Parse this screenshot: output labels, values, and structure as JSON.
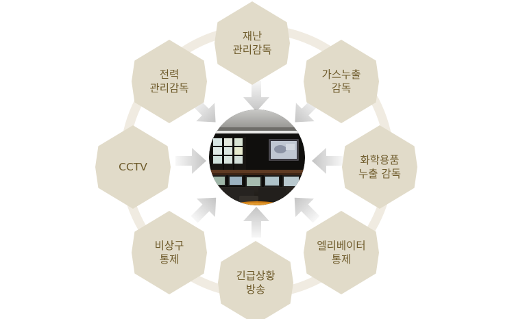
{
  "diagram": {
    "title": "",
    "center": {
      "image_alt": "control-room-monitoring-center",
      "description": "control room with video wall monitors"
    },
    "colors": {
      "hexagon_fill": "#E1DBC9",
      "hexagon_text": "#6E5B2B",
      "ring": "#EDE8DC",
      "arrow_head": "#C9C9C9",
      "arrow_tail": "#F2F2F2",
      "background": "#FFFFFF"
    },
    "nodes": [
      {
        "id": "disaster-management",
        "position": "top",
        "label": "재난\n관리감독"
      },
      {
        "id": "gas-leak",
        "position": "top-right",
        "label": "가스누출\n감독"
      },
      {
        "id": "chemical-leak",
        "position": "right",
        "label": "화학용품\n누출 감독"
      },
      {
        "id": "elevator-control",
        "position": "bottom-right",
        "label": "엘리베이터\n통제"
      },
      {
        "id": "emergency-broadcast",
        "position": "bottom",
        "label": "긴급상황\n방송"
      },
      {
        "id": "emergency-exit",
        "position": "bottom-left",
        "label": "비상구\n통제"
      },
      {
        "id": "cctv",
        "position": "left",
        "label": "CCTV"
      },
      {
        "id": "power-management",
        "position": "top-left",
        "label": "전력\n관리감독"
      }
    ],
    "arrows": [
      {
        "id": "arrow-from-disaster-management",
        "from": "disaster-management",
        "to": "center",
        "direction": "down"
      },
      {
        "id": "arrow-from-gas-leak",
        "from": "gas-leak",
        "to": "center",
        "direction": "down-left"
      },
      {
        "id": "arrow-from-chemical-leak",
        "from": "chemical-leak",
        "to": "center",
        "direction": "left"
      },
      {
        "id": "arrow-from-elevator-control",
        "from": "elevator-control",
        "to": "center",
        "direction": "up-left"
      },
      {
        "id": "arrow-from-emergency-broadcast",
        "from": "emergency-broadcast",
        "to": "center",
        "direction": "up"
      },
      {
        "id": "arrow-from-emergency-exit",
        "from": "emergency-exit",
        "to": "center",
        "direction": "up-right"
      },
      {
        "id": "arrow-from-cctv",
        "from": "cctv",
        "to": "center",
        "direction": "right"
      },
      {
        "id": "arrow-from-power-management",
        "from": "power-management",
        "to": "center",
        "direction": "down-right"
      }
    ]
  }
}
